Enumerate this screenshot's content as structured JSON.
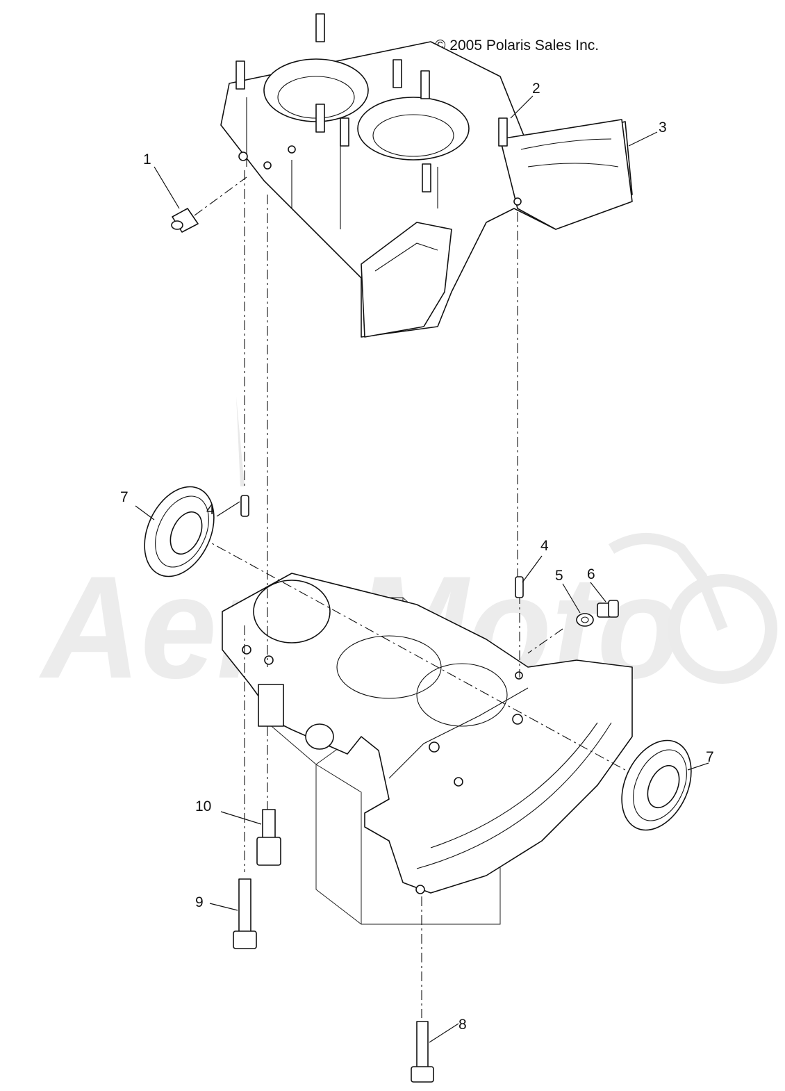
{
  "copyright": "© 2005 Polaris Sales Inc.",
  "watermark": {
    "kind": "logo"
  },
  "callouts": [
    {
      "id": "1",
      "label": "1"
    },
    {
      "id": "2",
      "label": "2"
    },
    {
      "id": "3",
      "label": "3"
    },
    {
      "id": "4a",
      "label": "4"
    },
    {
      "id": "4b",
      "label": "4"
    },
    {
      "id": "5",
      "label": "5"
    },
    {
      "id": "6",
      "label": "6"
    },
    {
      "id": "7a",
      "label": "7"
    },
    {
      "id": "7b",
      "label": "7"
    },
    {
      "id": "8",
      "label": "8"
    },
    {
      "id": "9",
      "label": "9"
    },
    {
      "id": "10",
      "label": "10"
    }
  ]
}
